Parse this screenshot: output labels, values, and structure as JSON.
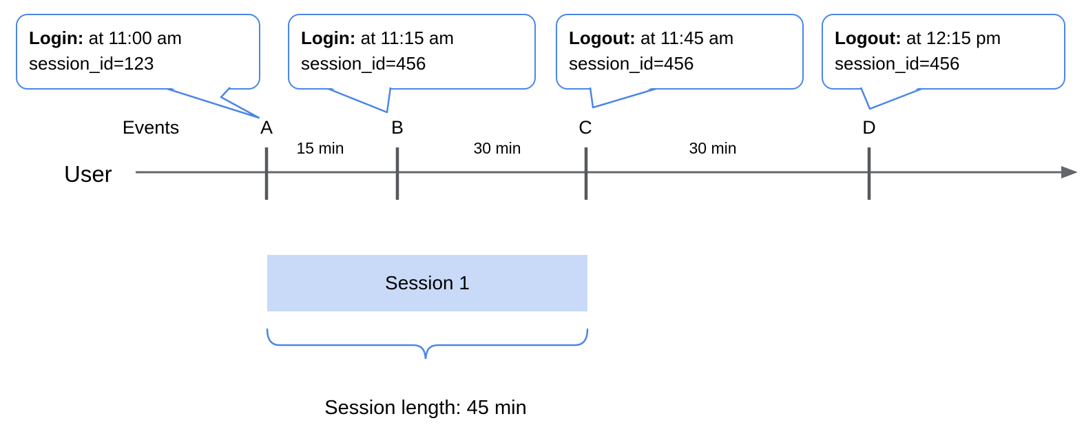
{
  "diagram": {
    "title_hint": "User sessionization timeline",
    "events_label": "Events",
    "user_label": "User",
    "session_box_label": "Session 1",
    "session_length_label": "Session length: 45 min",
    "colors": {
      "callout_border": "#4a86e8",
      "session_fill": "#c9daf8",
      "timeline_gray": "#63666a",
      "tick_gray": "#55585c"
    },
    "callouts": [
      {
        "event": "A",
        "title": "Login:",
        "time_text": " at 11:00 am",
        "detail": "session_id=123"
      },
      {
        "event": "B",
        "title": "Login:",
        "time_text": " at 11:15 am",
        "detail": "session_id=456"
      },
      {
        "event": "C",
        "title": "Logout:",
        "time_text": " at 11:45 am",
        "detail": "session_id=456"
      },
      {
        "event": "D",
        "title": "Logout:",
        "time_text": " at 12:15 pm",
        "detail": "session_id=456"
      }
    ],
    "markers": [
      {
        "label": "A"
      },
      {
        "label": "B"
      },
      {
        "label": "C"
      },
      {
        "label": "D"
      }
    ],
    "intervals": [
      {
        "label": "15 min"
      },
      {
        "label": "30 min"
      },
      {
        "label": "30 min"
      }
    ]
  }
}
